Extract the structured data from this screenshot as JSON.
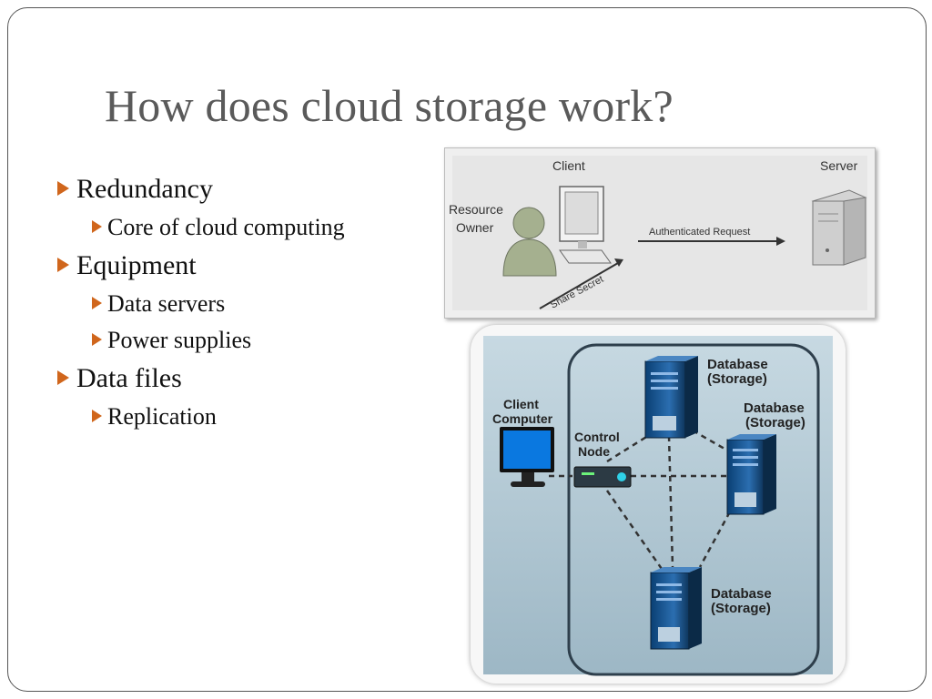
{
  "slide": {
    "title": "How does cloud storage work?",
    "bullets": [
      {
        "label": "Redundancy",
        "sub": [
          "Core of cloud computing"
        ]
      },
      {
        "label": "Equipment",
        "sub": [
          "Data servers",
          "Power supplies"
        ]
      },
      {
        "label": "Data files",
        "sub": [
          "Replication"
        ]
      }
    ],
    "colors": {
      "title": "#5a5a5a",
      "bullet_arrow": "#d0661c"
    }
  },
  "diagram_auth": {
    "client_label": "Client",
    "server_label": "Server",
    "resource_owner_line1": "Resource",
    "resource_owner_line2": "Owner",
    "request_label": "Authenticated Request",
    "secret_label": "Share Secret"
  },
  "diagram_storage": {
    "client_line1": "Client",
    "client_line2": "Computer",
    "control_line1": "Control",
    "control_line2": "Node",
    "db_line1": "Database",
    "db_line2": "(Storage)"
  }
}
